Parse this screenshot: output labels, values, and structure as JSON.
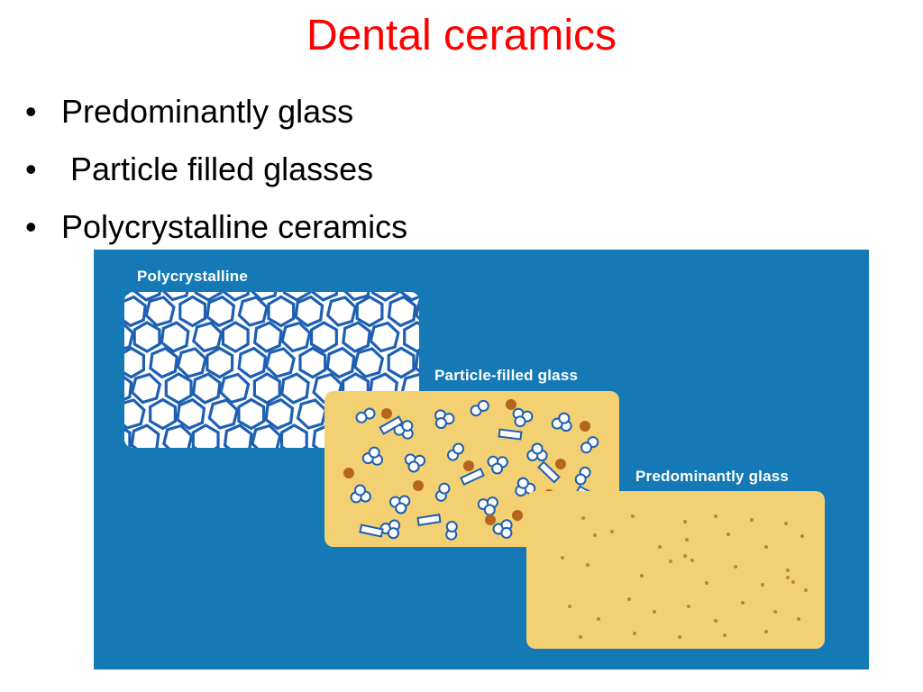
{
  "slide": {
    "title": "Dental ceramics",
    "title_color": "#ff0000",
    "bullets": [
      "Predominantly glass",
      " Particle filled glasses",
      "Polycrystalline ceramics"
    ],
    "bullet_symbol": "•"
  },
  "figure": {
    "background_color": "#1479b4",
    "panels": [
      {
        "label": "Polycrystalline",
        "fill": "#ffffff",
        "structure_color": "#1d5fb2"
      },
      {
        "label": "Particle-filled glass",
        "fill": "#f3d072",
        "particle_color": "#1d5fb2",
        "dark_particle_color": "#b5651d"
      },
      {
        "label": "Predominantly glass",
        "fill": "#f3d072",
        "dot_color": "#b88a2f"
      }
    ]
  }
}
